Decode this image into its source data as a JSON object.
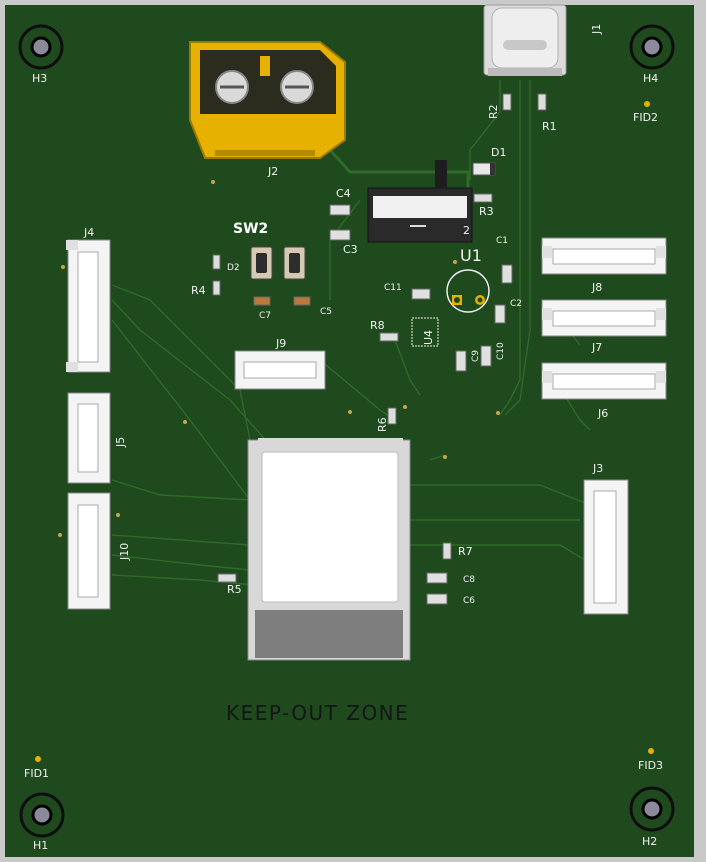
{
  "board": {
    "colors": {
      "background": "#c9c9c9",
      "soldermask": "#1e4a1e",
      "trace": "#2f6b28",
      "gold": "#e6b100",
      "silkscreen": "#f2f2f2",
      "connector": "#f4f4f4"
    },
    "labels": {
      "H1": "H1",
      "H2": "H2",
      "H3": "H3",
      "H4": "H4",
      "FID1": "FID1",
      "FID2": "FID2",
      "FID3": "FID3",
      "J1": "J1",
      "J2": "J2",
      "J3": "J3",
      "J4": "J4",
      "J5": "J5",
      "J6": "J6",
      "J7": "J7",
      "J8": "J8",
      "J9": "J9",
      "J10": "J10",
      "R1": "R1",
      "R2": "R2",
      "R3": "R3",
      "R4": "R4",
      "R5": "R5",
      "R6": "R6",
      "R7": "R7",
      "R8": "R8",
      "C1": "C1",
      "C2": "C2",
      "C3": "C3",
      "C4": "C4",
      "C5": "C5",
      "C6": "C6",
      "C7": "C7",
      "C8": "C8",
      "C9": "C9",
      "C10": "C10",
      "C11": "C11",
      "D1": "D1",
      "D2": "D2",
      "SW2": "SW2",
      "U1": "U1",
      "U4": "U4",
      "keepout": "KEEP-OUT ZONE",
      "stray2": "2"
    }
  }
}
